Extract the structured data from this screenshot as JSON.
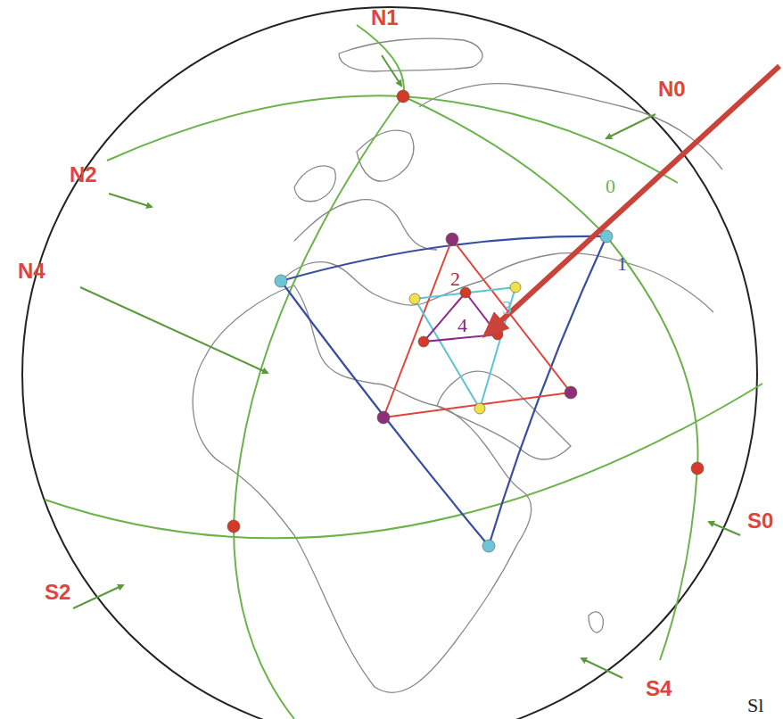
{
  "diagram": {
    "labels": [
      "N1",
      "N0",
      "0",
      "N2",
      "1",
      "N4",
      "2",
      "3",
      "4",
      "S0",
      "S2",
      "S4",
      "Sl"
    ]
  }
}
